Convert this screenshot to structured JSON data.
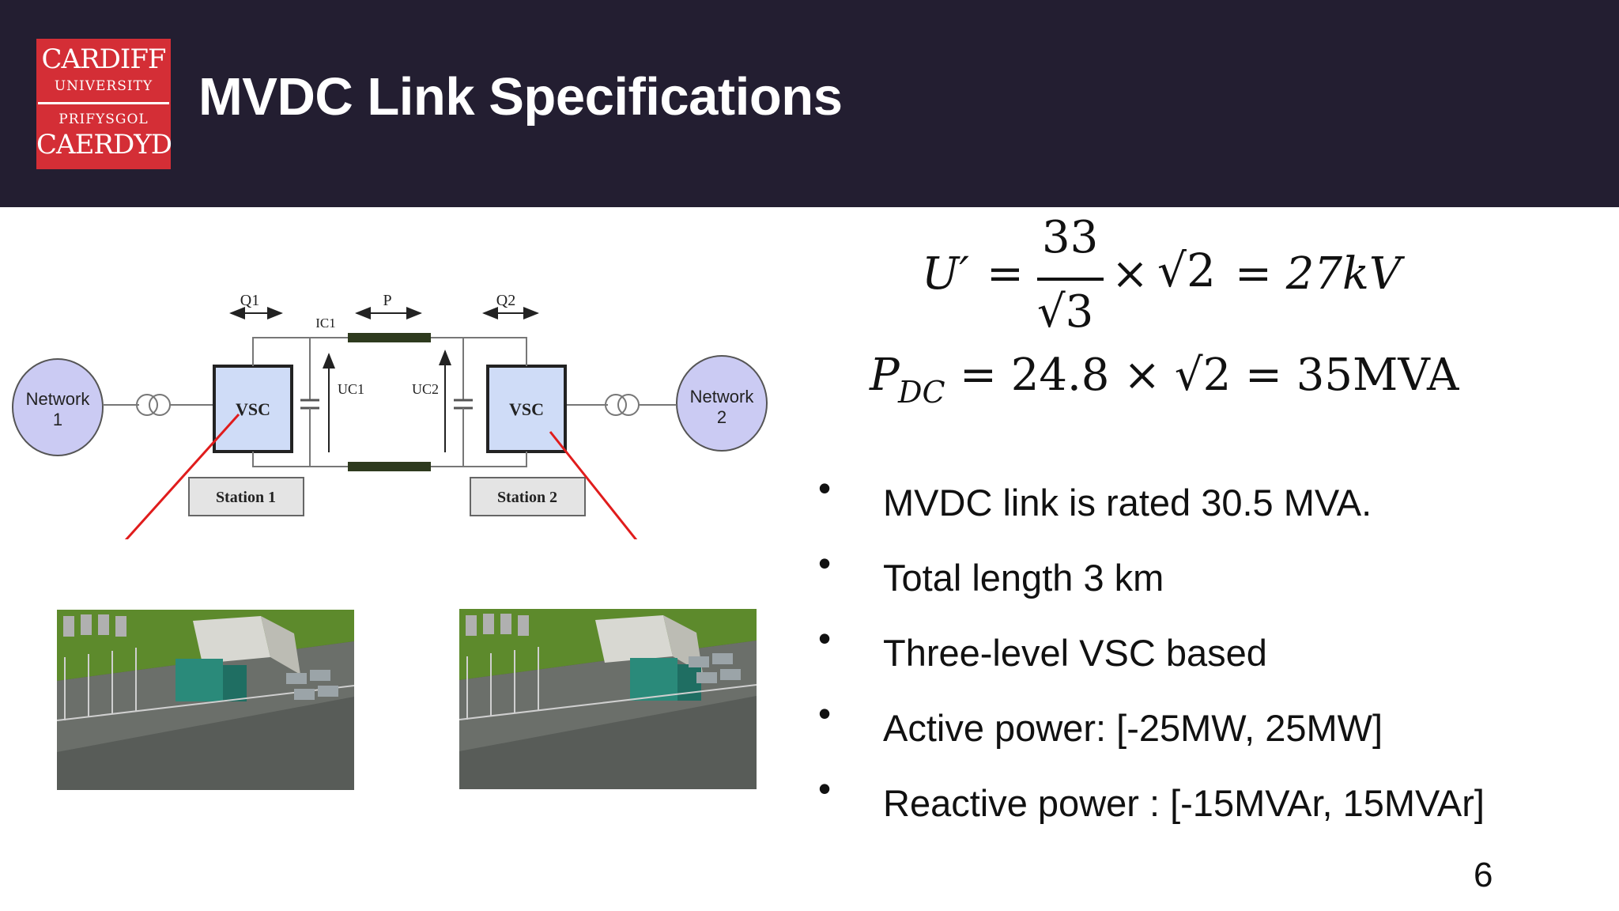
{
  "header": {
    "title": "MVDC Link Specifications",
    "background": "#231e31",
    "logo": {
      "line1": "CARDIFF",
      "line2": "UNIVERSITY",
      "line3": "PRIFYSGOL",
      "line4": "CAERDYD",
      "color": "#d42e36"
    }
  },
  "equations": {
    "eq1": {
      "lhs": "U′",
      "eq": "=",
      "numerator": "33",
      "denominator": "√3",
      "times": "×",
      "sqrt": "√2",
      "result": "= 27kV"
    },
    "eq2": {
      "lhs": "P",
      "sub": "DC",
      "rhs": "= 24.8 × √2 = 35MVA"
    }
  },
  "bullets": [
    "MVDC link is rated 30.5 MVA.",
    "Total length 3 km",
    "Three-level VSC based",
    "Active power: [-25MW, 25MW]",
    "Reactive power : [-15MVAr, 15MVAr]"
  ],
  "bullet_symbol": "•",
  "page_number": "6",
  "diagram": {
    "network1": [
      "Network",
      "1"
    ],
    "network2": [
      "Network",
      "2"
    ],
    "vsc1": "VSC",
    "vsc2": "VSC",
    "station1": "Station 1",
    "station2": "Station 2",
    "q1": "Q1",
    "q2": "Q2",
    "p": "P",
    "ic1": "IC1",
    "uc1": "UC1",
    "uc2": "UC2",
    "accent_line": "#e01c1c"
  }
}
